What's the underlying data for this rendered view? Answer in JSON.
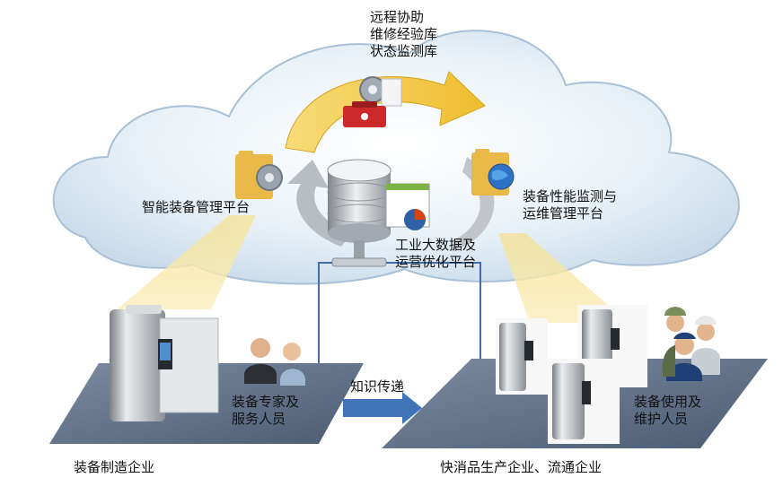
{
  "cloud": {
    "top_label_lines": [
      "远程协助",
      "维修经验库",
      "状态监测库"
    ],
    "left_platform_label": "智能装备管理平台",
    "right_platform_label_lines": [
      "装备性能监测与",
      "运维管理平台"
    ],
    "center_platform_label_lines": [
      "工业大数据及",
      "运营优化平台"
    ]
  },
  "left_site": {
    "people_label_lines": [
      "装备专家及",
      "服务人员"
    ],
    "floor_label": "装备制造企业"
  },
  "transfer_label": "知识传递",
  "right_site": {
    "people_label_lines": [
      "装备使用及",
      "维护人员"
    ],
    "floor_label": "快消品生产企业、流通企业"
  },
  "colors": {
    "cloud_fill": "#dde9f3",
    "cloud_edge": "#9fb7cf",
    "arrow_yellow": "#f2c84b",
    "arrow_gray": "#b9bec4",
    "floor": "#5d6f87",
    "transfer_arrow": "#3f74b9",
    "beam": "#f7e7a0"
  }
}
